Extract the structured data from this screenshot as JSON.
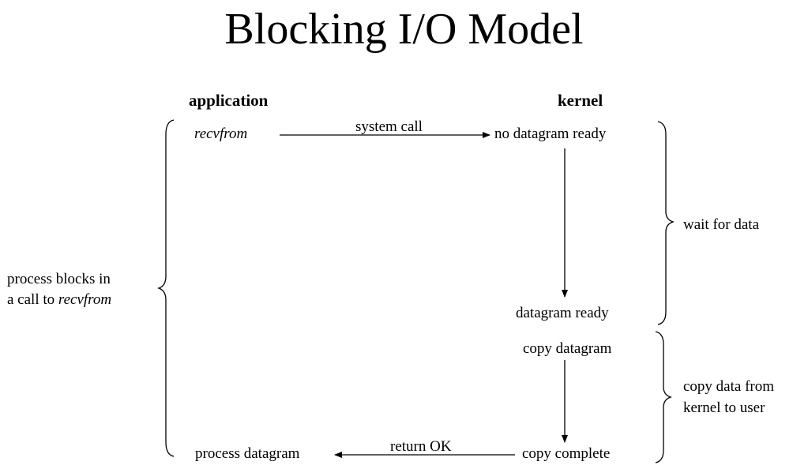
{
  "title": "Blocking I/O Model",
  "headers": {
    "application": "application",
    "kernel": "kernel"
  },
  "app": {
    "recvfrom": "recvfrom",
    "process_datagram": "process datagram"
  },
  "kernel": {
    "no_datagram_ready": "no datagram ready",
    "datagram_ready": "datagram ready",
    "copy_datagram": "copy datagram",
    "copy_complete": "copy complete"
  },
  "arrows": {
    "system_call": "system call",
    "return_ok": "return OK"
  },
  "braces": {
    "process_blocks_line1": "process blocks in",
    "process_blocks_line2_prefix": "a call to ",
    "process_blocks_line2_italic": "recvfrom",
    "wait_for_data": "wait for data",
    "copy_data_line1": "copy data from",
    "copy_data_line2": "kernel to user"
  },
  "colors": {
    "ink": "#000000",
    "background": "#ffffff"
  }
}
